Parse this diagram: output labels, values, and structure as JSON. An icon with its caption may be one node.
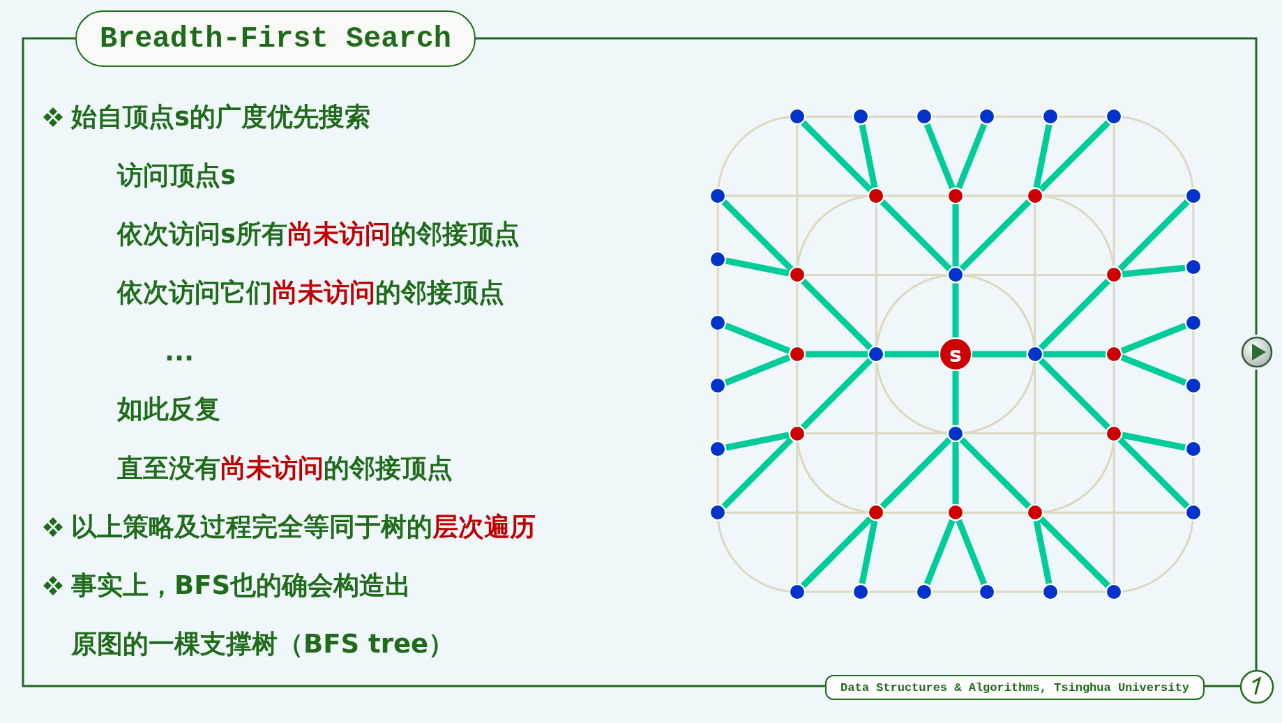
{
  "diagram": {
    "title": "Breadth-First Search",
    "nodes": [
      {
        "text": [],
        "shape": "circle"
      },
      {
        "text": [],
        "shape": "circle"
      },
      {
        "text": [],
        "shape": "circle"
      },
      {
        "text": [],
        "shape": "circle"
      },
      {
        "text": [],
        "shape": "circle"
      },
      {
        "text": [],
        "shape": "circle"
      },
      {
        "text": [],
        "shape": "circle"
      },
      {
        "text": [],
        "shape": "circle"
      },
      {
        "text": [],
        "shape": "circle"
      },
      {
        "text": [],
        "shape": "circle"
      },
      {
        "text": [],
        "shape": "circle"
      },
      {
        "text": [],
        "shape": "circle"
      },
      {
        "text": [],
        "shape": "circle"
      },
      {
        "text": [],
        "shape": "circle"
      },
      {
        "text": [],
        "shape": "circle"
      },
      {
        "text": [],
        "shape": "circle"
      },
      {
        "text": [],
        "shape": "circle"
      },
      {
        "text": [],
        "shape": "circle"
      },
      {
        "text": [],
        "shape": "circle"
      },
      {
        "text": [],
        "shape": "circle"
      },
      {
        "text": [
          "s"
        ]
      },
      {
        "text": [],
        "shape": "circle"
      },
      {
        "text": [],
        "shape": "circle"
      },
      {
        "text": [],
        "shape": "circle"
      },
      {
        "text": [],
        "shape": "circle"
      },
      {
        "text": [],
        "shape": "circle"
      },
      {
        "text": [],
        "shape": "circle"
      },
      {
        "text": [],
        "shape": "circle"
      },
      {
        "text": [],
        "shape": "circle"
      },
      {
        "text": [],
        "shape": "circle"
      },
      {
        "text": [],
        "shape": "circle"
      },
      {
        "text": [],
        "shape": "circle"
      },
      {
        "text": [],
        "shape": "circle"
      },
      {
        "text": [],
        "shape": "circle"
      },
      {
        "text": [],
        "shape": "circle"
      },
      {
        "text": [],
        "shape": "circle"
      },
      {
        "text": [],
        "shape": "circle"
      },
      {
        "text": [],
        "shape": "circle"
      },
      {
        "text": [],
        "shape": "circle"
      },
      {
        "text": [],
        "shape": "circle"
      },
      {
        "text": [],
        "shape": "circle"
      },
      {
        "text": [
          "Data Structures & Algorithms, Tsinghua University"
        ]
      }
    ],
    "edges": [
      {
        "from": 20,
        "to": 14,
        "arrow": "none"
      },
      {
        "from": 20,
        "to": 19,
        "arrow": "none"
      },
      {
        "from": 20,
        "to": 21,
        "arrow": "none"
      },
      {
        "from": 20,
        "to": 26,
        "arrow": "none"
      },
      {
        "from": 14,
        "to": 7,
        "arrow": "none"
      },
      {
        "from": 14,
        "to": 8,
        "arrow": "none"
      },
      {
        "from": 14,
        "to": 9,
        "arrow": "none"
      },
      {
        "from": 19,
        "to": 13,
        "arrow": "none"
      },
      {
        "from": 19,
        "to": 18,
        "arrow": "none"
      },
      {
        "from": 19,
        "to": 25,
        "arrow": "none"
      },
      {
        "from": 21,
        "to": 15,
        "arrow": "none"
      },
      {
        "from": 21,
        "to": 22,
        "arrow": "none"
      },
      {
        "from": 21,
        "to": 27,
        "arrow": "none"
      },
      {
        "from": 26,
        "to": 31,
        "arrow": "none"
      },
      {
        "from": 26,
        "to": 32,
        "arrow": "none"
      },
      {
        "from": 26,
        "to": 33,
        "arrow": "none"
      },
      {
        "from": 7,
        "to": 0,
        "arrow": "none"
      },
      {
        "from": 7,
        "to": 1,
        "arrow": "none"
      },
      {
        "from": 8,
        "to": 2,
        "arrow": "none"
      },
      {
        "from": 8,
        "to": 3,
        "arrow": "none"
      },
      {
        "from": 9,
        "to": 4,
        "arrow": "none"
      },
      {
        "from": 9,
        "to": 5,
        "arrow": "none"
      },
      {
        "from": 13,
        "to": 6,
        "arrow": "none"
      },
      {
        "from": 13,
        "to": 11,
        "arrow": "none"
      },
      {
        "from": 18,
        "to": 16,
        "arrow": "none"
      },
      {
        "from": 18,
        "to": 23,
        "arrow": "none"
      },
      {
        "from": 25,
        "to": 28,
        "arrow": "none"
      },
      {
        "from": 25,
        "to": 30,
        "arrow": "none"
      },
      {
        "from": 15,
        "to": 10,
        "arrow": "none"
      },
      {
        "from": 15,
        "to": 12,
        "arrow": "none"
      },
      {
        "from": 22,
        "to": 17,
        "arrow": "none"
      },
      {
        "from": 22,
        "to": 24,
        "arrow": "none"
      },
      {
        "from": 27,
        "to": 29,
        "arrow": "none"
      },
      {
        "from": 27,
        "to": 34,
        "arrow": "none"
      },
      {
        "from": 31,
        "to": 35,
        "arrow": "none"
      },
      {
        "from": 31,
        "to": 36,
        "arrow": "none"
      },
      {
        "from": 32,
        "to": 37,
        "arrow": "none"
      },
      {
        "from": 32,
        "to": 38,
        "arrow": "none"
      },
      {
        "from": 33,
        "to": 39,
        "arrow": "none"
      },
      {
        "from": 33,
        "to": 40,
        "arrow": "none"
      }
    ],
    "labels": [
      "始自顶点s的广度优先搜索",
      "访问顶点s",
      "依次访问s所有**尚未访问**的邻接顶点",
      "依次访问它们**尚未访问**的邻接顶点",
      "...",
      "如此反复",
      "直至没有**尚未访问**的邻接顶点",
      "以上策略及过程完全等同于树的**层次遍历**",
      "事实上，BFS也的确会构造出原图的一棵支撑树（BFS tree）"
    ]
  }
}
